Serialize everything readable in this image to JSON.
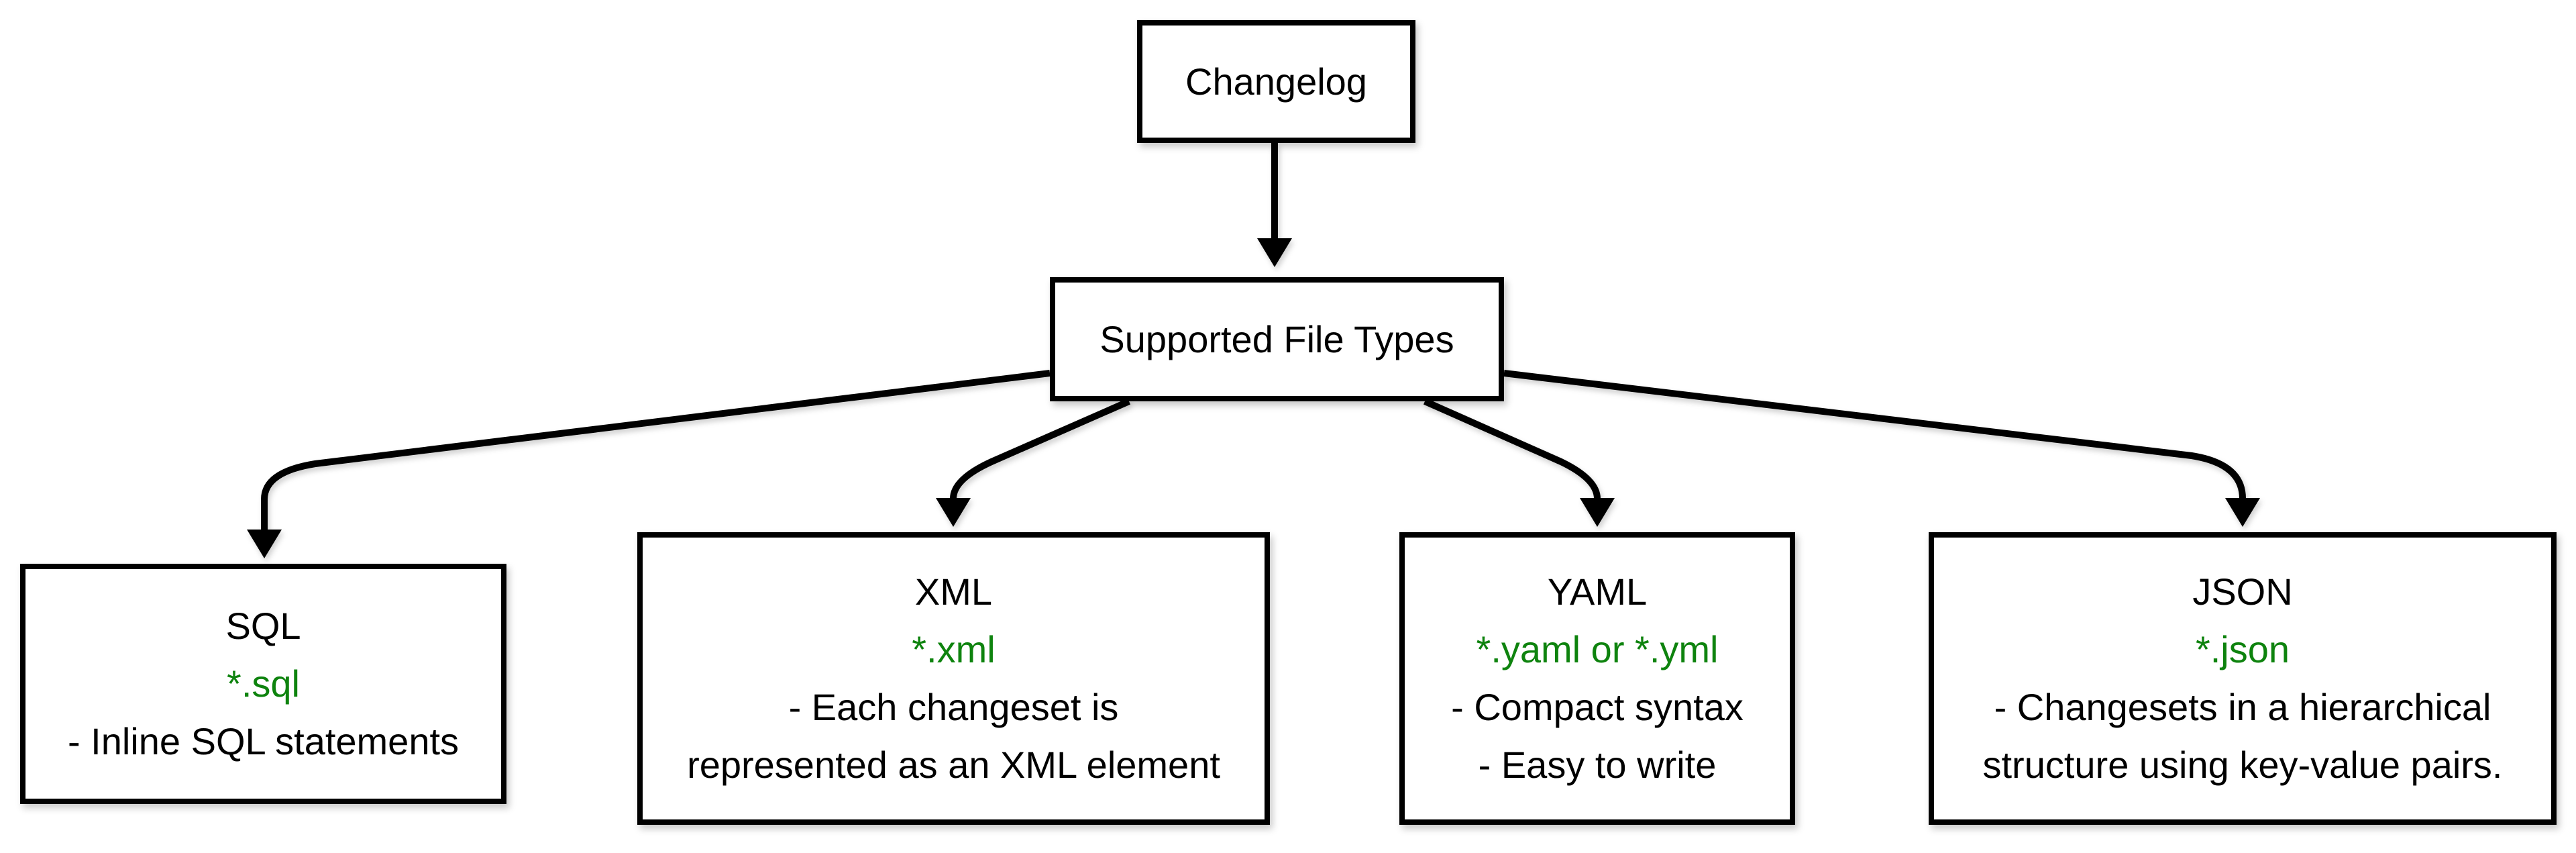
{
  "nodes": {
    "changelog": {
      "label": "Changelog"
    },
    "supported_file_types": {
      "label": "Supported File Types"
    },
    "file_types": [
      {
        "title": "SQL",
        "extension": "*.sql",
        "notes": [
          "- Inline SQL statements"
        ]
      },
      {
        "title": "XML",
        "extension": "*.xml",
        "notes": [
          "- Each changeset is",
          "represented as an XML element"
        ]
      },
      {
        "title": "YAML",
        "extension": "*.yaml or *.yml",
        "notes": [
          "- Compact syntax",
          "- Easy to write"
        ]
      },
      {
        "title": "JSON",
        "extension": "*.json",
        "notes": [
          "- Changesets in a hierarchical",
          "structure using key-value pairs."
        ]
      }
    ]
  },
  "edges": [
    {
      "from": "Changelog",
      "to": "Supported File Types"
    },
    {
      "from": "Supported File Types",
      "to": "SQL"
    },
    {
      "from": "Supported File Types",
      "to": "XML"
    },
    {
      "from": "Supported File Types",
      "to": "YAML"
    },
    {
      "from": "Supported File Types",
      "to": "JSON"
    }
  ],
  "colors": {
    "background": "#ffffff",
    "node_fill": "#ffffff",
    "node_border": "#000000",
    "text": "#000000",
    "extension_text": "#0e830e",
    "connector": "#000000"
  }
}
